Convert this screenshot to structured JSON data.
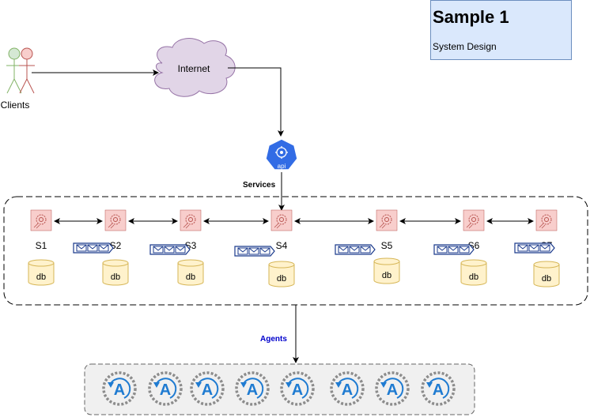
{
  "title": {
    "heading": "Sample 1",
    "subheading": "System Design"
  },
  "clients": {
    "label": "Clients"
  },
  "internet": {
    "label": "Internet"
  },
  "gateway": {
    "icon_text": "api"
  },
  "services": {
    "label": "Services",
    "items": [
      {
        "label": "S1",
        "db": "db"
      },
      {
        "label": "S2",
        "db": "db"
      },
      {
        "label": "S3",
        "db": "db"
      },
      {
        "label": "S4",
        "db": "db"
      },
      {
        "label": "S5",
        "db": "db"
      },
      {
        "label": "S6",
        "db": "db"
      },
      {
        "label": "S7",
        "db": "db"
      }
    ]
  },
  "agents": {
    "label": "Agents",
    "items": [
      "A",
      "A",
      "A",
      "A",
      "A",
      "A",
      "A",
      "A"
    ]
  },
  "colors": {
    "service_fill": "#f8cecc",
    "service_stroke": "#b85450",
    "db_fill": "#fff2cc",
    "db_stroke": "#d6b656",
    "queue_stroke": "#1a3a8c",
    "agent_blue": "#1f7bd1",
    "gateway_blue": "#326ce5",
    "cloud_fill": "#e1d5e7",
    "cloud_stroke": "#9673a6"
  }
}
